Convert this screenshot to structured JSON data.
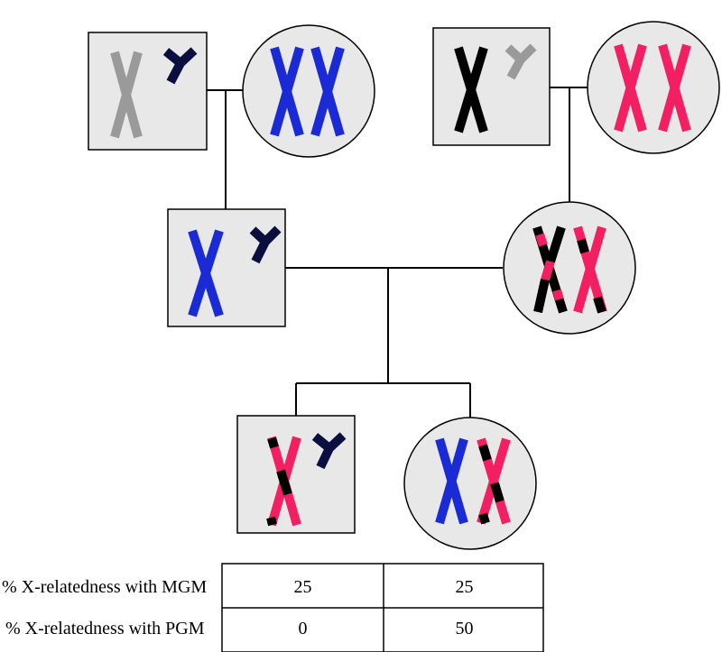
{
  "colors": {
    "grey": "#9a9a9a",
    "blue": "#1a2bd6",
    "black": "#000000",
    "pink": "#f21f63",
    "navy": "#0b0f3f",
    "box_fill": "#e8e8e8",
    "line": "#000000"
  },
  "individuals": [
    {
      "name": "paternal-grandfather",
      "shape": "square",
      "chromosomes": [
        "X grey",
        "Y navy"
      ]
    },
    {
      "name": "paternal-grandmother",
      "shape": "circle",
      "chromosomes": [
        "X blue",
        "X blue"
      ]
    },
    {
      "name": "maternal-grandfather",
      "shape": "square",
      "chromosomes": [
        "X black",
        "Y grey"
      ]
    },
    {
      "name": "maternal-grandmother",
      "shape": "circle",
      "chromosomes": [
        "X pink",
        "X pink"
      ]
    },
    {
      "name": "father",
      "shape": "square",
      "chromosomes": [
        "X blue",
        "Y navy"
      ]
    },
    {
      "name": "mother",
      "shape": "circle",
      "chromosomes": [
        "X black/pink recombinant",
        "X pink/black recombinant"
      ]
    },
    {
      "name": "son",
      "shape": "square",
      "chromosomes": [
        "X pink/black recombinant",
        "Y navy"
      ]
    },
    {
      "name": "daughter",
      "shape": "circle",
      "chromosomes": [
        "X blue",
        "X pink/black recombinant"
      ]
    }
  ],
  "table": {
    "rows": [
      {
        "label": "% X-relatedness with MGM",
        "son": "25",
        "daughter": "25"
      },
      {
        "label": "% X-relatedness with PGM",
        "son": "0",
        "daughter": "50"
      }
    ]
  }
}
